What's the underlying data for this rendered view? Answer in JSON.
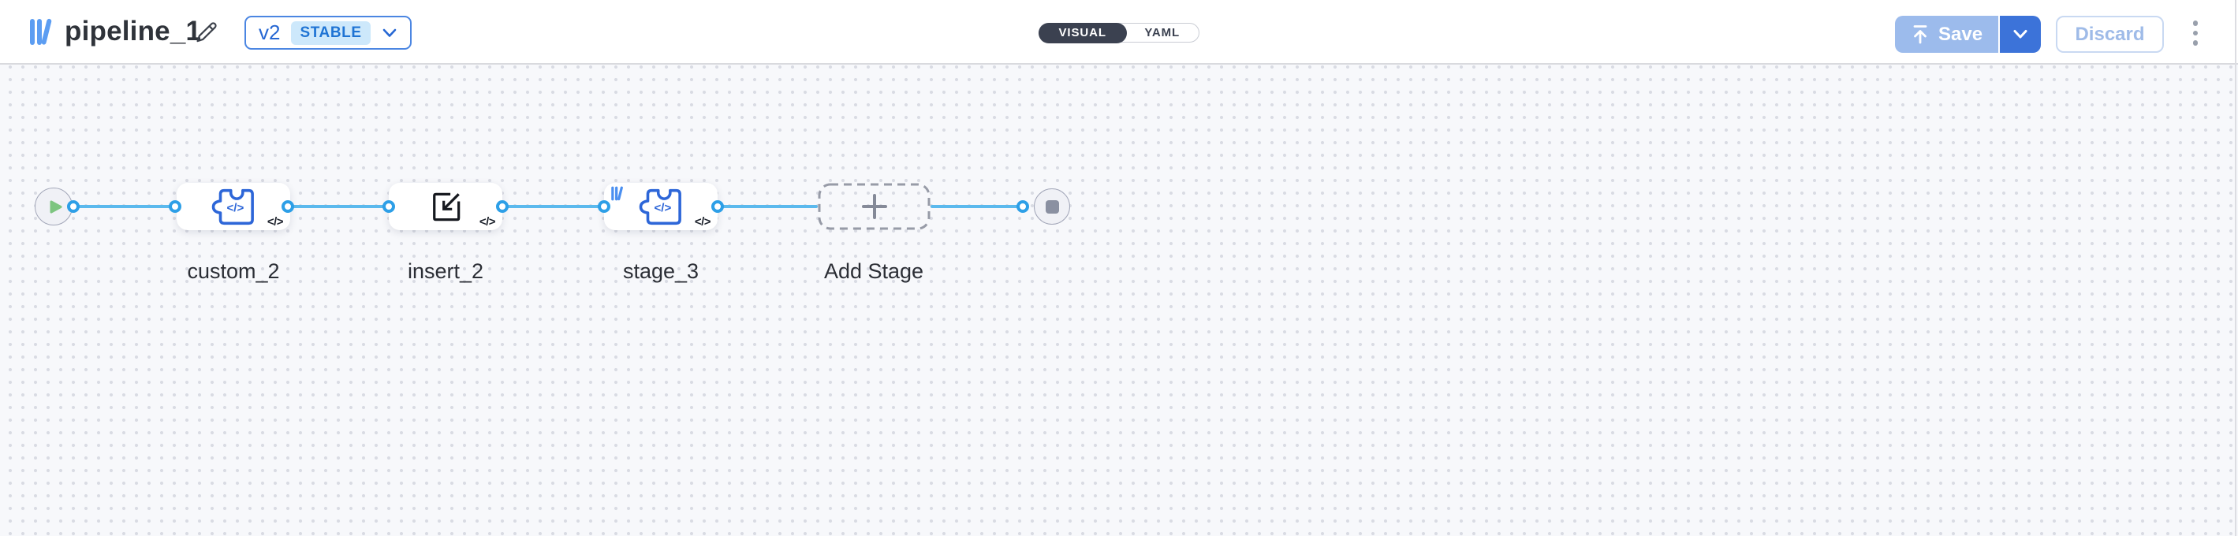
{
  "header": {
    "logo_icon": "library-icon",
    "title": "pipeline_1",
    "edit_icon": "pencil-icon",
    "version_selector": {
      "version": "v2",
      "badge": "STABLE",
      "chevron_icon": "chevron-down-icon"
    },
    "mode_toggle": {
      "options": [
        {
          "label": "VISUAL",
          "active": true
        },
        {
          "label": "YAML",
          "active": false
        }
      ]
    },
    "actions": {
      "save_label": "Save",
      "save_icon": "upload-icon",
      "save_menu_icon": "chevron-down-icon",
      "discard_label": "Discard",
      "more_icon": "kebab-menu-icon"
    }
  },
  "canvas": {
    "start_icon": "play-icon",
    "end_icon": "stop-icon",
    "stages": [
      {
        "label": "custom_2",
        "icon": "code-puzzle-icon",
        "corner_badge": "</>"
      },
      {
        "label": "insert_2",
        "icon": "insert-icon",
        "corner_badge": "</>"
      },
      {
        "label": "stage_3",
        "icon": "code-puzzle-icon",
        "corner_badge": "</>",
        "origin_badge_icon": "library-icon"
      }
    ],
    "add_stage_label": "Add Stage"
  },
  "colors": {
    "accent_blue": "#3c73d9",
    "save_disabled_blue": "#9cbbec",
    "edge_blue": "#5bb9ed",
    "connector_blue": "#2d9fe7",
    "icon_blue": "#2d66d8",
    "logo_blue": "#5c9df2",
    "play_green": "#7dc580",
    "toggle_dark": "#3b4150",
    "stable_badge_bg": "#cde8fb",
    "stable_badge_text": "#1f74d4",
    "canvas_bg": "#f7f8fb",
    "node_label_text": "#2b2e35"
  }
}
